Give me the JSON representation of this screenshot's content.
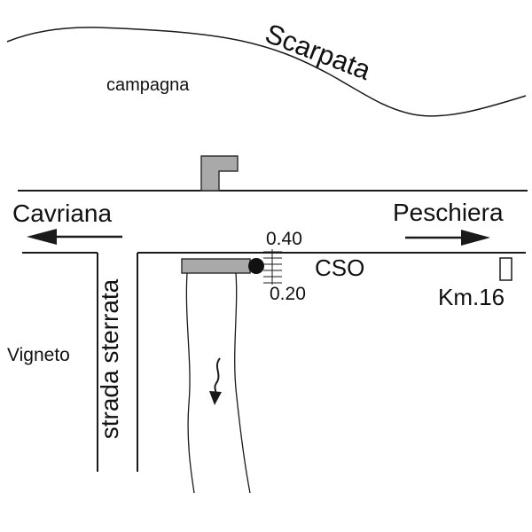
{
  "labels": {
    "scarpata": "Scarpata",
    "campagna": "campagna",
    "cavriana": "Cavriana",
    "peschiera": "Peschiera",
    "strada_sterrata": "strada sterrata",
    "vigneto": "Vigneto",
    "cso": "CSO",
    "km_marker": "Km.16",
    "dim_top": "0.40",
    "dim_bottom": "0.20"
  },
  "colors": {
    "line": "#1a1a1a",
    "gray_fill": "#a9a9a9",
    "background": "#ffffff"
  }
}
